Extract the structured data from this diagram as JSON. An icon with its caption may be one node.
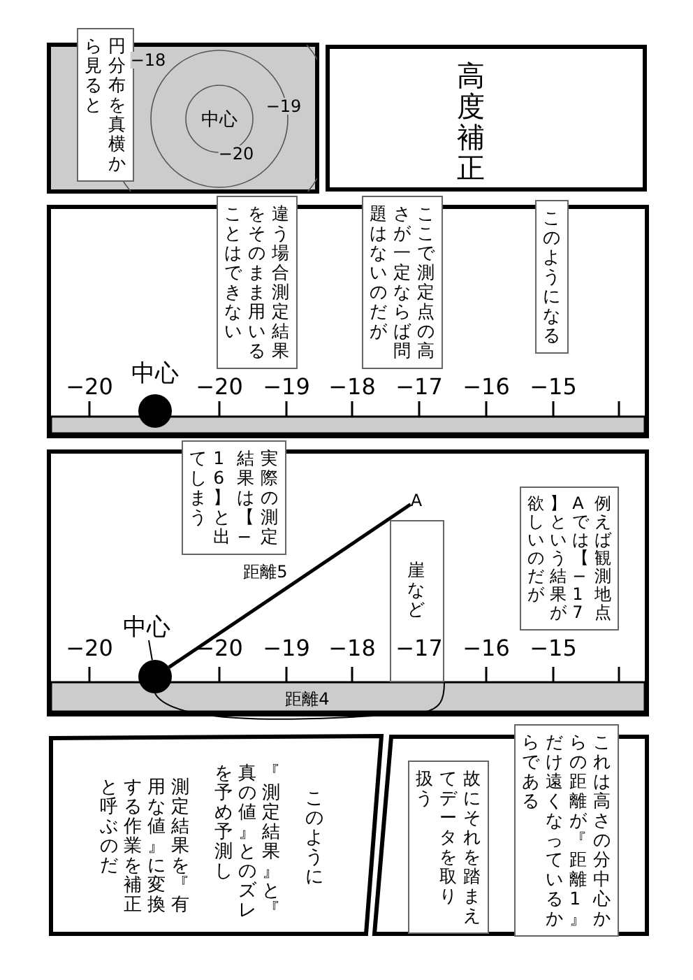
{
  "diagram": {
    "nodes": [
      {
        "text": [
          "円分布を真横から見ると"
        ]
      },
      {
        "text": [
          "高度補正"
        ]
      },
      {
        "text": [
          "このようになる"
        ]
      },
      {
        "text": [
          "ここで測定点の高さが一定ならば問題はないのだが"
        ]
      },
      {
        "text": [
          "違う場合測定結果をそのまま用いることはできない"
        ]
      },
      {
        "text": [
          "例えば観測地点Aでは【−17】という結果が欲しいのだが"
        ]
      },
      {
        "text": [
          "実際の測定結果は【−16】と出てしまう"
        ]
      },
      {
        "text": [
          "A"
        ]
      },
      {
        "text": [
          "中心"
        ]
      },
      {
        "text": [],
        "shape": "circle"
      },
      {
        "text": [
          "崖など"
        ]
      },
      {
        "text": [
          "測定結果を『有用な値』に変換する作業を補正と呼ぶのだ",
          "『測定結果』と『真の値』とのズレを予め予測し",
          "このように"
        ]
      },
      {
        "text": [
          "これは高さの分中心からの距離が『距離1』だけ遠くなっているからである"
        ]
      },
      {
        "text": [
          "故にそれを踏まえてデータを取り扱う"
        ]
      }
    ],
    "edges": [
      {
        "from": 8,
        "to": 9,
        "arrow": "none"
      },
      {
        "from": 9,
        "to": 7,
        "arrow": "none",
        "label": "距離5",
        "style": "thick"
      },
      {
        "from": 9,
        "to": 10,
        "arrow": "none",
        "label": "距離4"
      }
    ],
    "labels": [
      "−18",
      "−19",
      "中心",
      "−20",
      "中心",
      "−20",
      "−20",
      "−19",
      "−18",
      "−17",
      "−16",
      "−15",
      "−20",
      "−20",
      "−19",
      "−18",
      "−17",
      "−16",
      "−15"
    ]
  }
}
